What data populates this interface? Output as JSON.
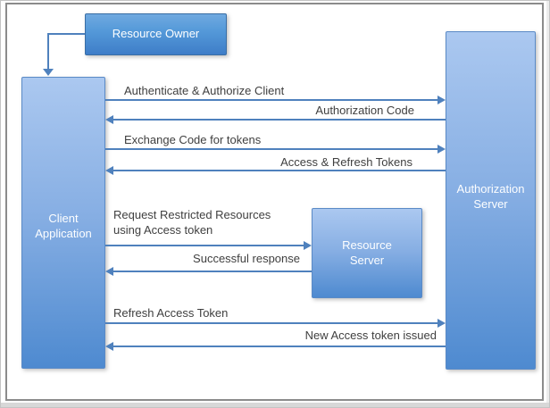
{
  "diagram": {
    "type": "oauth-authorization-code-flow",
    "nodes": {
      "resource_owner": {
        "label": "Resource Owner"
      },
      "client_application": {
        "label": "Client\nApplication"
      },
      "authorization_server": {
        "label": "Authorization\nServer"
      },
      "resource_server": {
        "label": "Resource\nServer"
      }
    },
    "connector": {
      "from": "resource_owner",
      "to": "client_application",
      "style": "elbow-arrow-down"
    },
    "flows": [
      {
        "label": "Authenticate & Authorize Client",
        "from": "client_application",
        "to": "authorization_server",
        "direction": "right"
      },
      {
        "label": "Authorization Code",
        "from": "authorization_server",
        "to": "client_application",
        "direction": "left"
      },
      {
        "label": "Exchange Code for tokens",
        "from": "client_application",
        "to": "authorization_server",
        "direction": "right"
      },
      {
        "label": "Access & Refresh Tokens",
        "from": "authorization_server",
        "to": "client_application",
        "direction": "left"
      },
      {
        "label": "Request Restricted Resources\nusing Access token",
        "from": "client_application",
        "to": "resource_server",
        "direction": "right"
      },
      {
        "label": "Successful response",
        "from": "resource_server",
        "to": "client_application",
        "direction": "left"
      },
      {
        "label": "Refresh Access Token",
        "from": "client_application",
        "to": "authorization_server",
        "direction": "right"
      },
      {
        "label": "New Access token issued",
        "from": "authorization_server",
        "to": "client_application",
        "direction": "left"
      }
    ],
    "colors": {
      "arrow": "#4f81bd",
      "box_gradient_top": "#abc8f0",
      "box_gradient_bottom": "#4e8ad0",
      "resource_owner_gradient_top": "#70a9e0",
      "resource_owner_gradient_bottom": "#3e7dc8",
      "box_border": "#5a8ac6",
      "label_text": "#3f3f3f",
      "box_text": "#ffffff",
      "frame_border": "#8b8b8b"
    }
  }
}
